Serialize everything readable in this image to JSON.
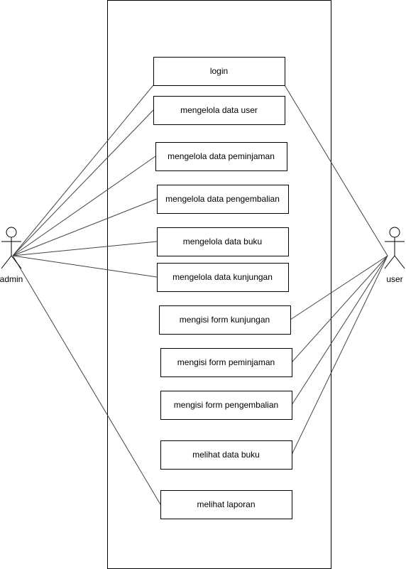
{
  "actors": {
    "admin": {
      "label": "admin"
    },
    "user": {
      "label": "user"
    }
  },
  "use_cases": [
    {
      "id": "login",
      "label": "login"
    },
    {
      "id": "manage-users",
      "label": "mengelola data user"
    },
    {
      "id": "manage-loans",
      "label": "mengelola data peminjaman"
    },
    {
      "id": "manage-returns",
      "label": "mengelola data pengembalian"
    },
    {
      "id": "manage-books",
      "label": "mengelola data buku"
    },
    {
      "id": "manage-visits",
      "label": "mengelola data kunjungan"
    },
    {
      "id": "visit-form",
      "label": "mengisi form kunjungan"
    },
    {
      "id": "loan-form",
      "label": "mengisi form peminjaman"
    },
    {
      "id": "return-form",
      "label": "mengisi form pengembalian"
    },
    {
      "id": "view-books",
      "label": "melihat data buku"
    },
    {
      "id": "view-reports",
      "label": "melihat laporan"
    }
  ],
  "associations": [
    {
      "actor": "admin",
      "use_case": "login"
    },
    {
      "actor": "admin",
      "use_case": "manage-users"
    },
    {
      "actor": "admin",
      "use_case": "manage-loans"
    },
    {
      "actor": "admin",
      "use_case": "manage-returns"
    },
    {
      "actor": "admin",
      "use_case": "manage-books"
    },
    {
      "actor": "admin",
      "use_case": "manage-visits"
    },
    {
      "actor": "admin",
      "use_case": "view-reports"
    },
    {
      "actor": "user",
      "use_case": "login"
    },
    {
      "actor": "user",
      "use_case": "visit-form"
    },
    {
      "actor": "user",
      "use_case": "loan-form"
    },
    {
      "actor": "user",
      "use_case": "return-form"
    },
    {
      "actor": "user",
      "use_case": "view-books"
    }
  ],
  "colors": {
    "stroke": "#000000",
    "line": "#444444",
    "background": "#ffffff"
  }
}
